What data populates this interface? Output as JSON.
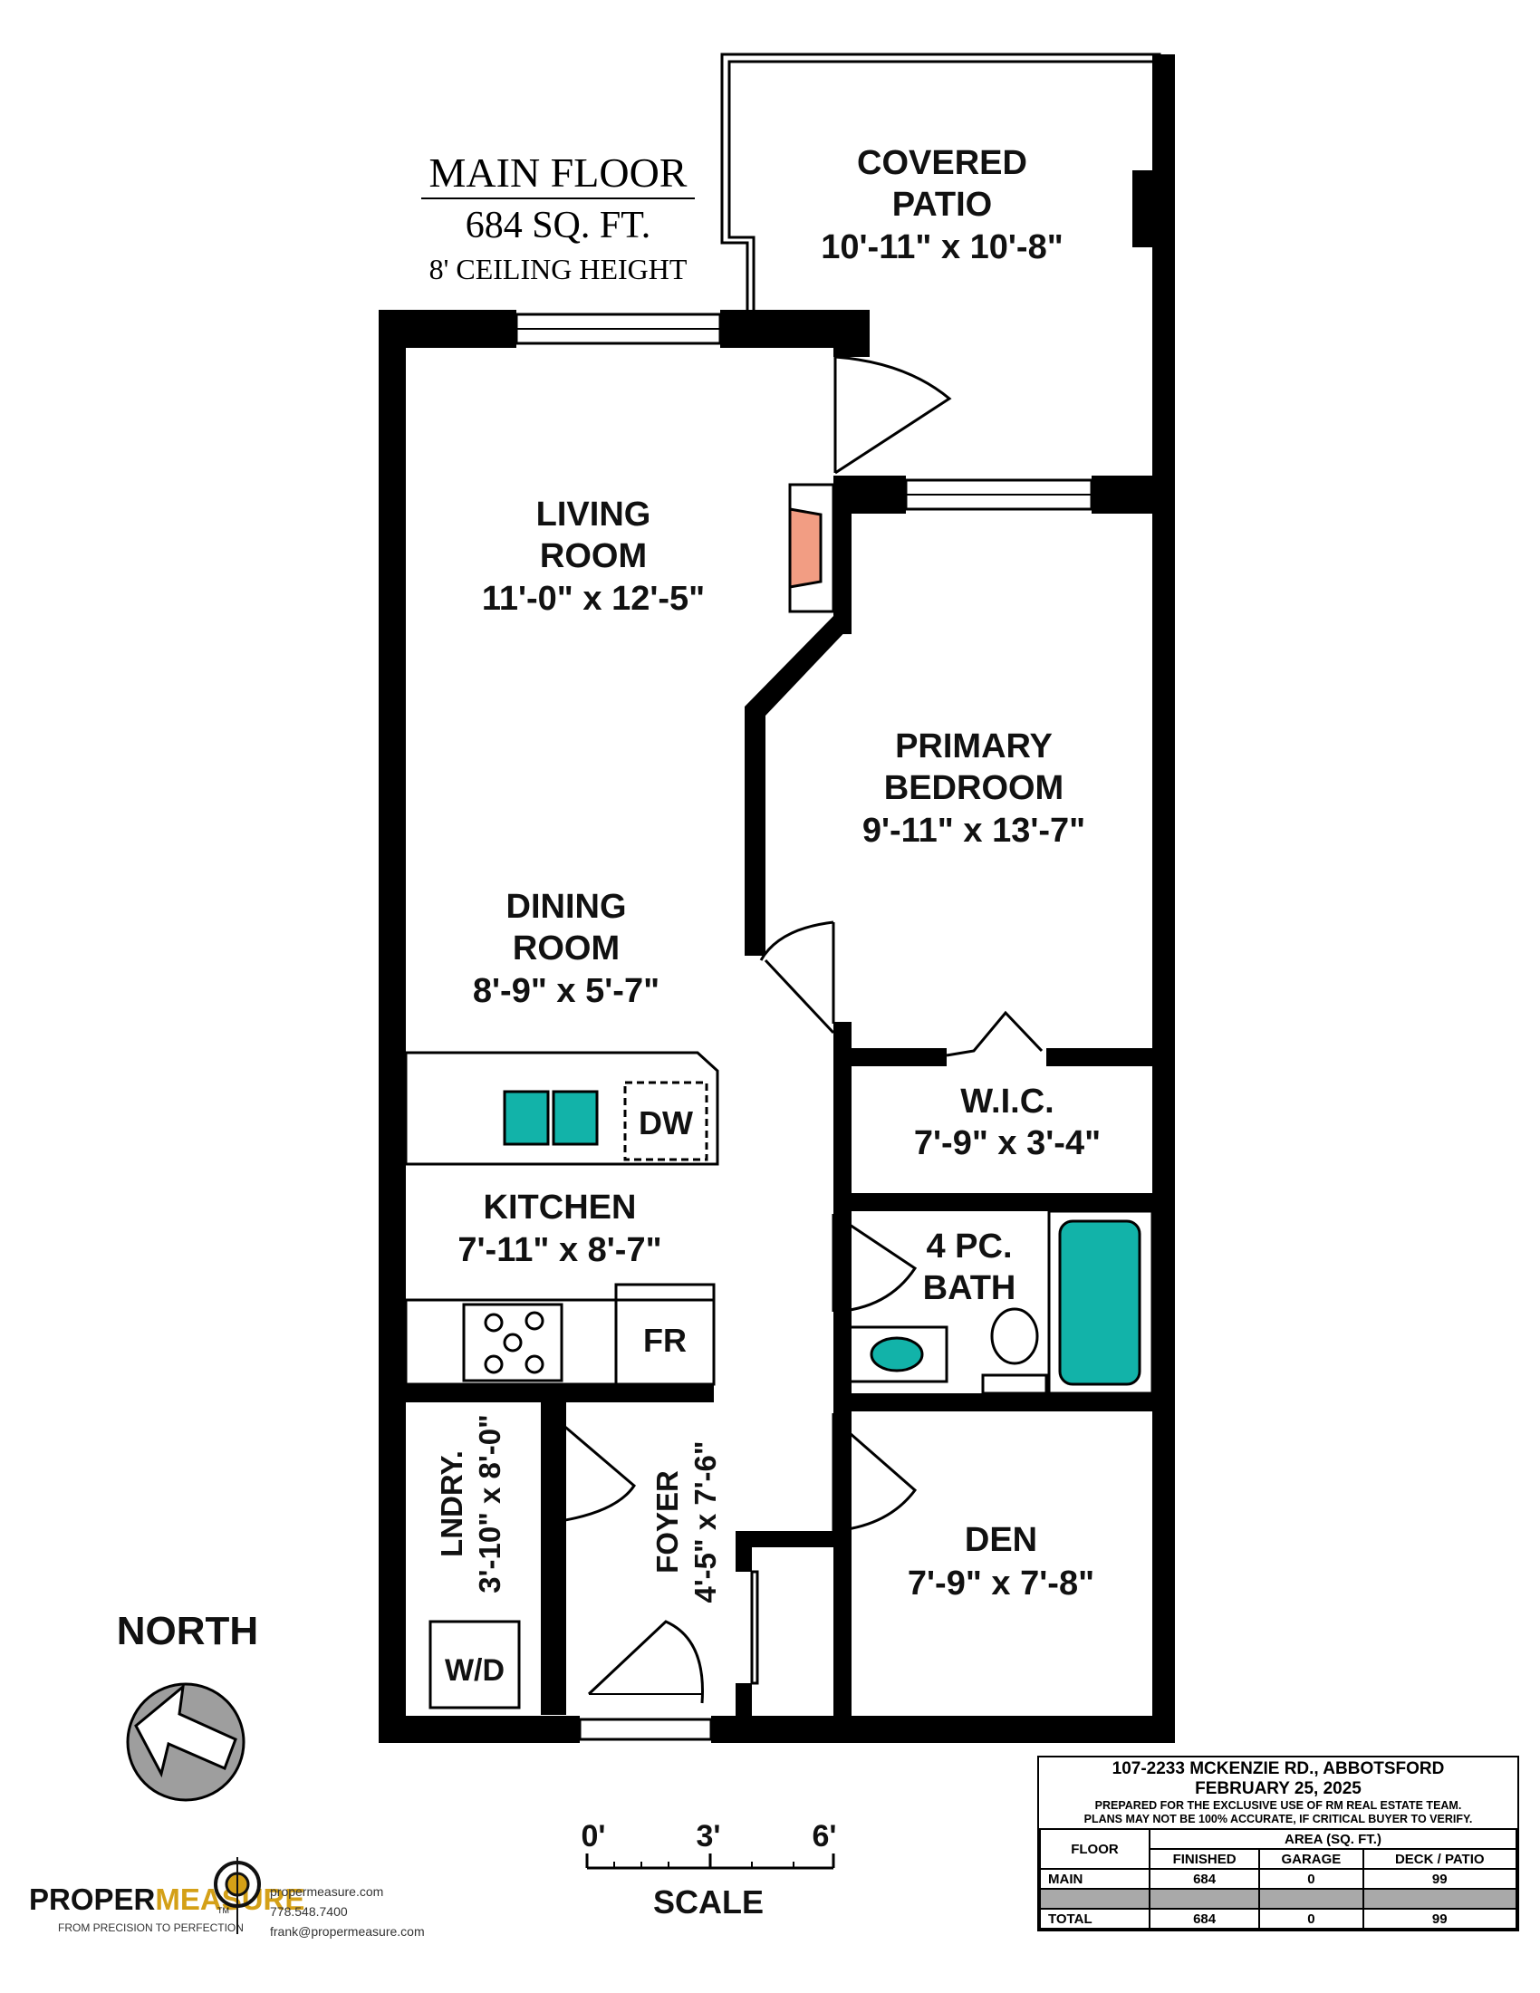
{
  "header": {
    "floor_name": "MAIN FLOOR",
    "area": "684 SQ. FT.",
    "ceiling": "8' CEILING HEIGHT"
  },
  "rooms": {
    "covered_patio": {
      "name_line1": "COVERED",
      "name_line2": "PATIO",
      "size": "10'-11\" x 10'-8\""
    },
    "living_room": {
      "name_line1": "LIVING",
      "name_line2": "ROOM",
      "size": "11'-0\" x 12'-5\""
    },
    "primary_bedroom": {
      "name_line1": "PRIMARY",
      "name_line2": "BEDROOM",
      "size": "9'-11\" x 13'-7\""
    },
    "dining_room": {
      "name_line1": "DINING",
      "name_line2": "ROOM",
      "size": "8'-9\" x 5'-7\""
    },
    "wic": {
      "name": "W.I.C.",
      "size": "7'-9\" x 3'-4\""
    },
    "kitchen": {
      "name": "KITCHEN",
      "size": "7'-11\" x 8'-7\""
    },
    "bath": {
      "name_line1": "4 PC.",
      "name_line2": "BATH"
    },
    "laundry": {
      "name": "LNDRY.",
      "size": "3'-10\" x 8'-0\""
    },
    "foyer": {
      "name": "FOYER",
      "size": "4'-5\" x 7'-6\""
    },
    "den": {
      "name": "DEN",
      "size": "7'-9\" x 7'-8\""
    }
  },
  "fixtures": {
    "dishwasher": "DW",
    "fridge": "FR",
    "washer_dryer": "W/D"
  },
  "compass": {
    "label": "NORTH"
  },
  "scale": {
    "ticks": [
      "0'",
      "3'",
      "6'"
    ],
    "label": "SCALE"
  },
  "info_table": {
    "address": "107-2233 MCKENZIE RD., ABBOTSFORD",
    "date": "FEBRUARY 25, 2025",
    "note_line1": "PREPARED FOR THE EXCLUSIVE USE OF RM REAL ESTATE TEAM.",
    "note_line2": "PLANS MAY NOT BE 100% ACCURATE, IF CRITICAL BUYER TO VERIFY.",
    "floor_header": "FLOOR",
    "area_header": "AREA (SQ. FT.)",
    "columns": [
      "FINISHED",
      "GARAGE",
      "DECK / PATIO"
    ],
    "rows": [
      {
        "floor": "MAIN",
        "values": [
          "684",
          "0",
          "99"
        ]
      },
      {
        "floor": "",
        "values": [
          "",
          "",
          ""
        ]
      },
      {
        "floor": "TOTAL",
        "values": [
          "684",
          "0",
          "99"
        ]
      }
    ]
  },
  "branding": {
    "brand_part1": "PROPER",
    "brand_part2": "MEASURE",
    "tm": "TM",
    "tagline": "FROM PRECISION TO PERFECTION",
    "website": "propermeasure.com",
    "phone": "778.548.7400",
    "email": "frank@propermeasure.com"
  },
  "colors": {
    "fixture_teal": "#12b3a9",
    "fireplace": "#f29d83",
    "wall": "#000000",
    "brand_gold": "#d4a017"
  }
}
